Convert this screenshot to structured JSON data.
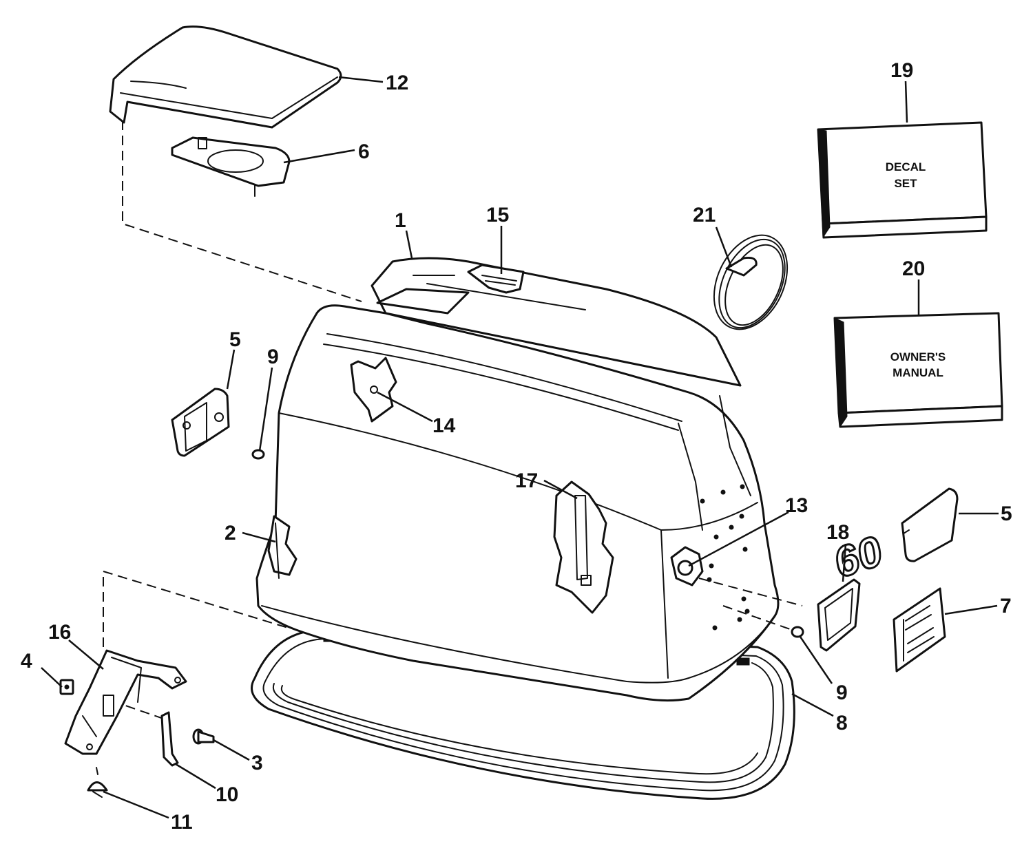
{
  "callouts": {
    "c1": "1",
    "c2": "2",
    "c3": "3",
    "c4": "4",
    "c5a": "5",
    "c5b": "5",
    "c6": "6",
    "c7": "7",
    "c8": "8",
    "c9a": "9",
    "c9b": "9",
    "c10": "10",
    "c11": "11",
    "c12": "12",
    "c13": "13",
    "c14": "14",
    "c15": "15",
    "c16": "16",
    "c17": "17",
    "c18": "18",
    "c19": "19",
    "c20": "20",
    "c21": "21"
  },
  "decal_box": {
    "line1": "DECAL",
    "line2": "SET"
  },
  "manual_box": {
    "line1": "OWNER'S",
    "line2": "MANUAL"
  },
  "badge": {
    "text": "60"
  },
  "colors": {
    "ink": "#111111",
    "paper": "#ffffff"
  }
}
